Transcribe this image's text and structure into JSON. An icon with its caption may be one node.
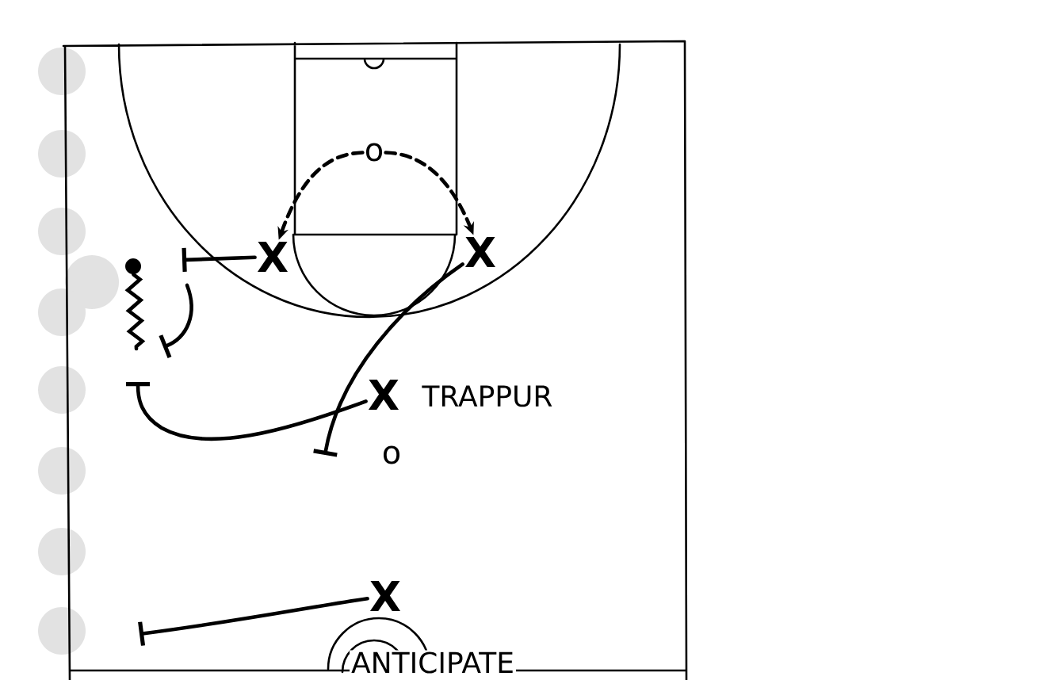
{
  "diagram": {
    "nodes": [
      {
        "text": [
          "o"
        ]
      },
      {
        "text": [
          "X"
        ]
      },
      {
        "text": [
          "X"
        ]
      },
      {
        "text": [],
        "shape": "circle"
      },
      {
        "text": [
          "X"
        ],
        "beside": [
          "TRAPPUR"
        ]
      },
      {
        "text": [
          "X"
        ],
        "beside": [
          "ANTICIPATE"
        ]
      }
    ],
    "edges": [
      {
        "from": 0,
        "to": 1,
        "arrow": "to",
        "style": "dashed"
      },
      {
        "from": 0,
        "to": 2,
        "arrow": "to",
        "style": "dashed"
      },
      {
        "from": 1,
        "to": null,
        "arrow": "other"
      },
      {
        "from": 3,
        "to": null,
        "arrow": "none"
      },
      {
        "from": 2,
        "to": null,
        "arrow": "other"
      },
      {
        "from": 4,
        "to": null,
        "arrow": "other"
      },
      {
        "from": 5,
        "to": null,
        "arrow": "other"
      }
    ],
    "labels": [
      "o"
    ]
  }
}
